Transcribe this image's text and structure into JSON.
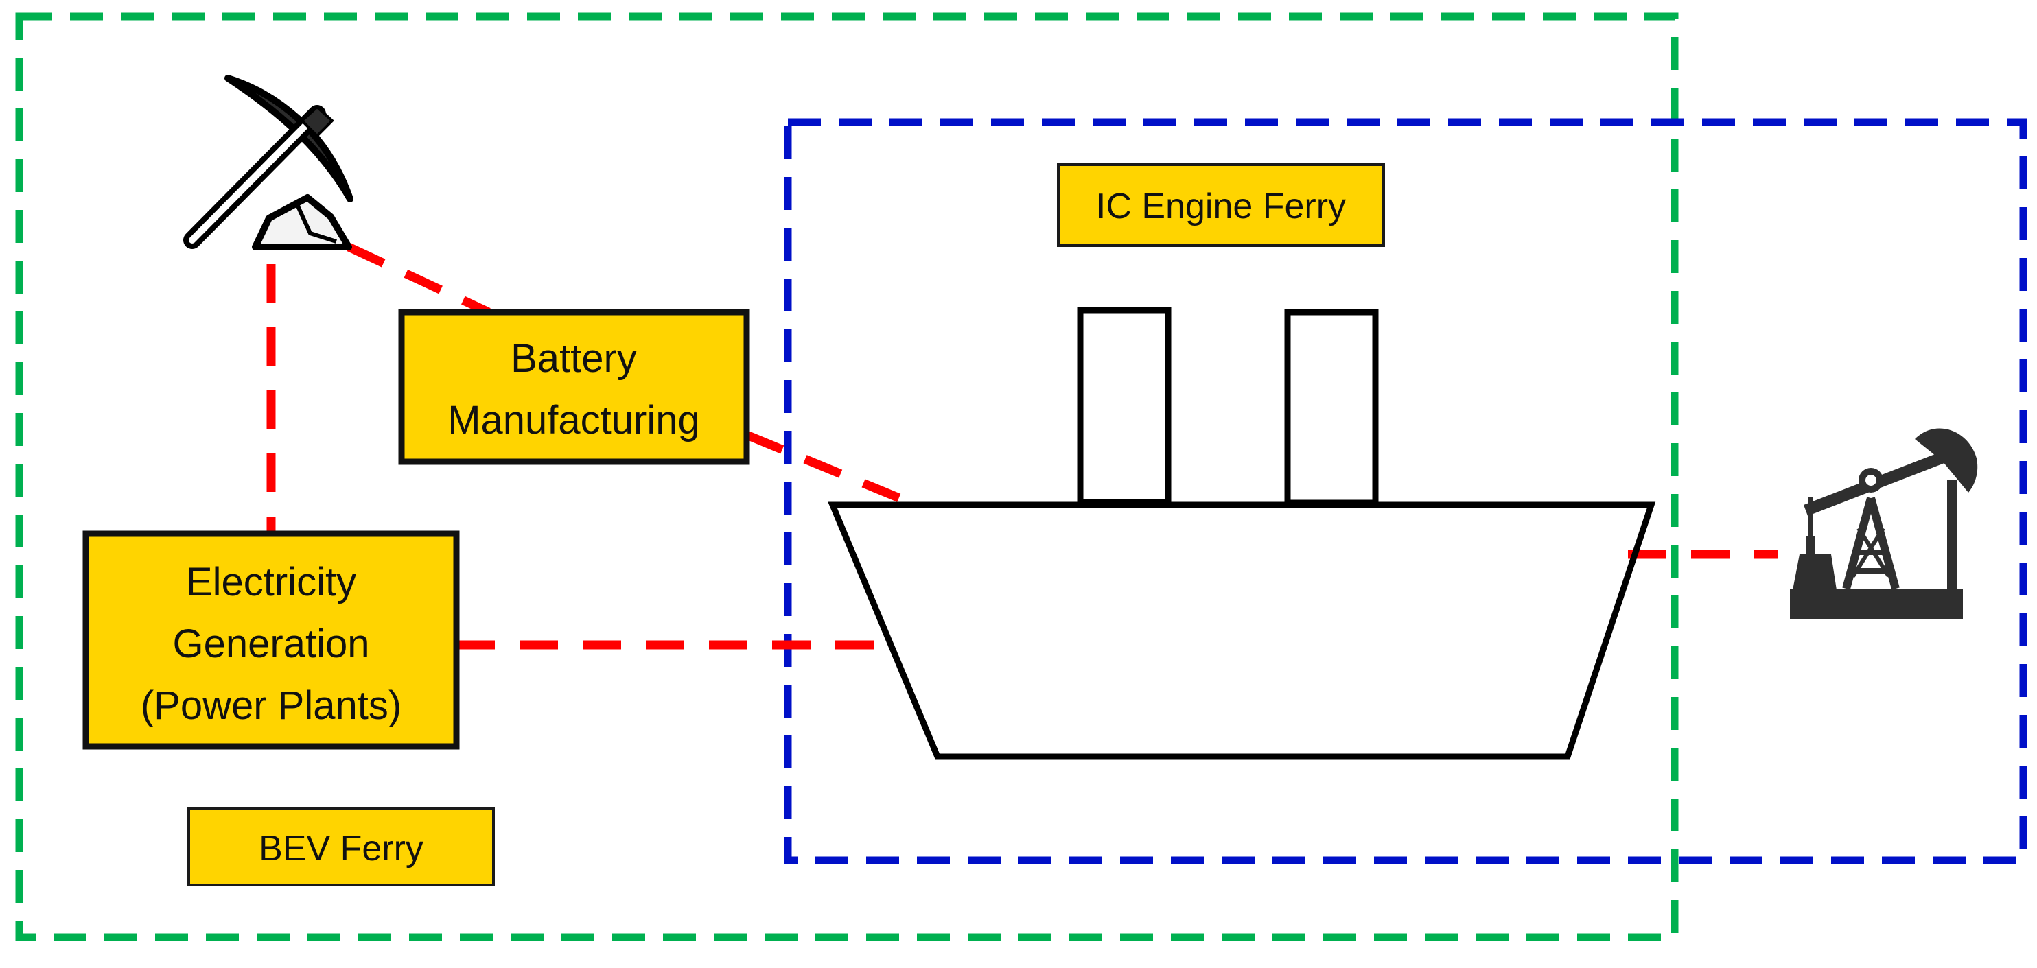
{
  "colors": {
    "bev_boundary": "#00b050",
    "ice_boundary": "#0010c8",
    "flow_line": "#ff0000",
    "box_fill": "#ffd400",
    "box_stroke": "#1a1a1a",
    "icon_dark": "#2b2b2b"
  },
  "labels": {
    "ic_engine_ferry": "IC Engine Ferry",
    "battery_line1": "Battery",
    "battery_line2": "Manufacturing",
    "electricity_line1": "Electricity",
    "electricity_line2": "Generation",
    "electricity_line3": "(Power Plants)",
    "bev_ferry": "BEV Ferry"
  },
  "icons": {
    "mining": "pickaxe-ore-icon",
    "oil": "oil-pumpjack-icon",
    "ship": "ferry-hull-icon"
  }
}
